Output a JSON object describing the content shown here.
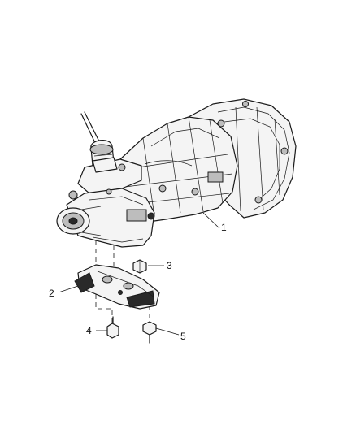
{
  "callouts": {
    "c1": "1",
    "c2": "2",
    "c3": "3",
    "c4": "4",
    "c5": "5"
  }
}
